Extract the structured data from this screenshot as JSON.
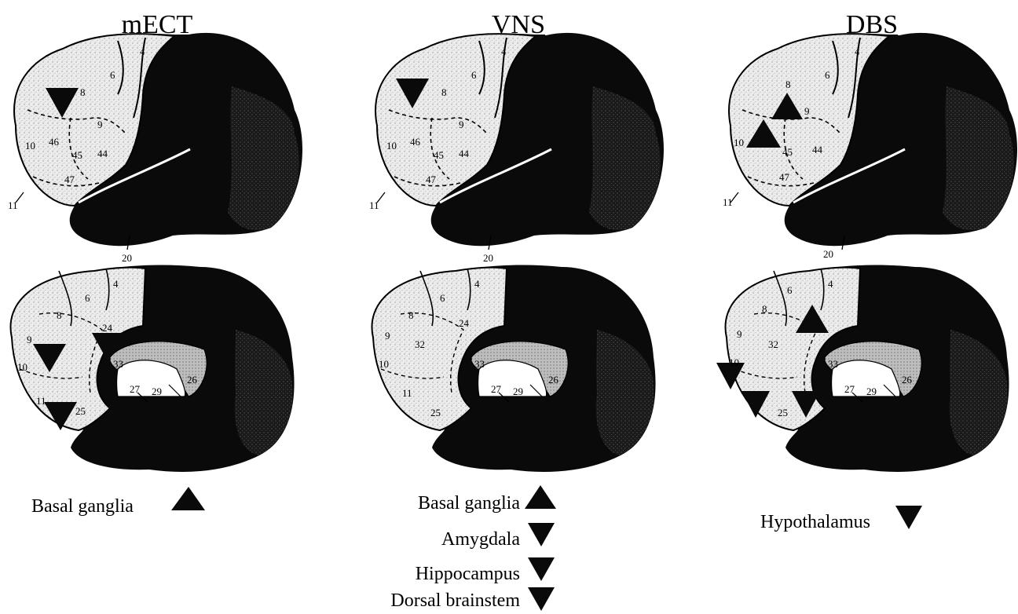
{
  "colors": {
    "stipple": "#ececec",
    "dark": "#0a0a0a",
    "line": "#000000",
    "corpus": "#bdbdbd"
  },
  "panels": [
    {
      "title": "mECT",
      "lateral_labels": [
        "4",
        "6",
        "8",
        "9",
        "10",
        "46",
        "45",
        "44",
        "47",
        "11",
        "20"
      ],
      "medial_labels": [
        "4",
        "6",
        "8",
        "9",
        "24",
        "10",
        "33",
        "26",
        "27",
        "29",
        "11",
        "25"
      ],
      "legend": [
        {
          "label": "Basal ganglia",
          "marker": "up-triangle"
        }
      ]
    },
    {
      "title": "VNS",
      "lateral_labels": [
        "4",
        "6",
        "8",
        "9",
        "10",
        "46",
        "45",
        "44",
        "47",
        "11",
        "20"
      ],
      "medial_labels": [
        "4",
        "6",
        "8",
        "24",
        "9",
        "32",
        "10",
        "33",
        "26",
        "27",
        "29",
        "11",
        "25"
      ],
      "legend": [
        {
          "label": "Basal ganglia",
          "marker": "up-triangle"
        },
        {
          "label": "Amygdala",
          "marker": "down-triangle"
        },
        {
          "label": "Hippocampus",
          "marker": "down-triangle"
        },
        {
          "label": "Dorsal brainstem",
          "marker": "down-triangle"
        }
      ]
    },
    {
      "title": "DBS",
      "lateral_labels": [
        "4",
        "6",
        "8",
        "9",
        "10",
        "45",
        "44",
        "47",
        "11",
        "20"
      ],
      "medial_labels": [
        "4",
        "6",
        "8",
        "9",
        "32",
        "10",
        "33",
        "26",
        "27",
        "29",
        "25"
      ],
      "legend": [
        {
          "label": "Hypothalamus",
          "marker": "down-triangle"
        }
      ]
    }
  ]
}
